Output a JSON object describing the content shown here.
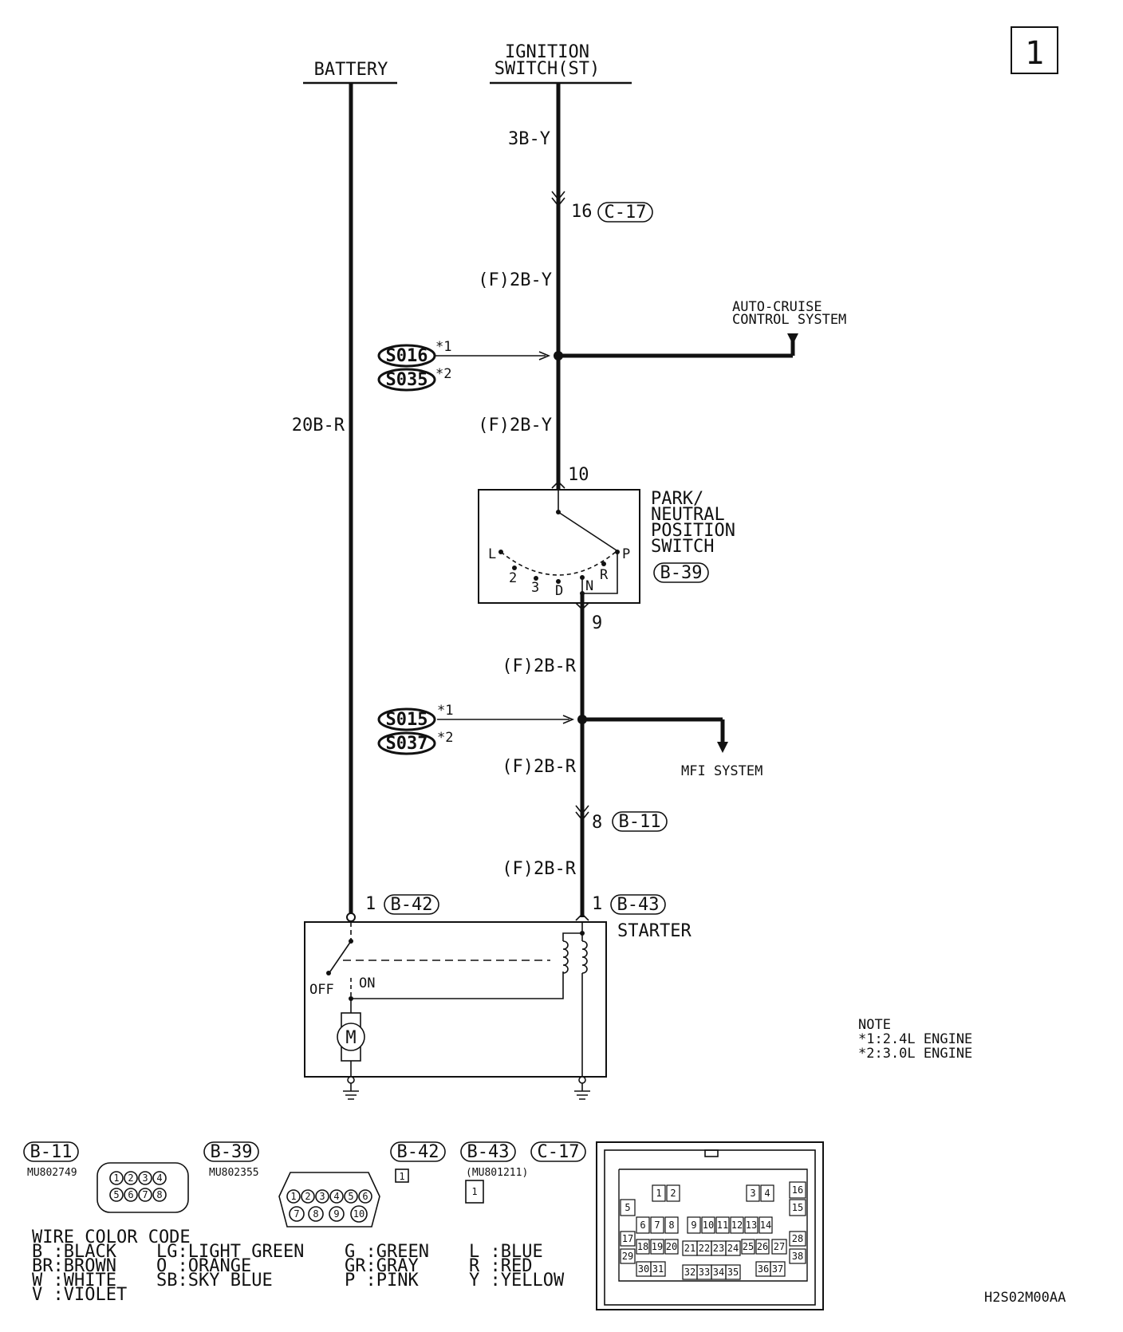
{
  "page_number": "1",
  "labels": {
    "battery": "BATTERY",
    "ignition_l1": "IGNITION",
    "ignition_l2": "SWITCH(ST)",
    "wire_3b_y": "3B-Y",
    "pin_16": "16",
    "conn_c17": "C-17",
    "wire_f2b_y_1": "(F)2B-Y",
    "wire_f2b_y_2": "(F)2B-Y",
    "autocruise_l1": "AUTO-CRUISE",
    "autocruise_l2": "CONTROL SYSTEM",
    "splice_s016": "S016",
    "splice_s035": "S035",
    "note1_mark": "*1",
    "note2_mark": "*2",
    "wire_20b_r": "20B-R",
    "pin_10": "10",
    "pnp_l1": "PARK/",
    "pnp_l2": "NEUTRAL",
    "pnp_l3": "POSITION",
    "pnp_l4": "SWITCH",
    "conn_b39": "B-39",
    "pos_l": "L",
    "pos_2": "2",
    "pos_3": "3",
    "pos_d": "D",
    "pos_n": "N",
    "pos_r": "R",
    "pos_p": "P",
    "pin_9": "9",
    "wire_f2b_r_1": "(F)2B-R",
    "splice_s015": "S015",
    "splice_s037": "S037",
    "mfi_system": "MFI SYSTEM",
    "wire_f2b_r_2": "(F)2B-R",
    "pin_8": "8",
    "conn_b11": "B-11",
    "wire_f2b_r_3": "(F)2B-R",
    "pin_1a": "1",
    "conn_b42": "B-42",
    "pin_1b": "1",
    "conn_b43": "B-43",
    "starter": "STARTER",
    "off": "OFF",
    "on": "ON",
    "motor": "M",
    "note_title": "NOTE",
    "note_1": "*1:2.4L ENGINE",
    "note_2": "*2:3.0L ENGINE",
    "footer_code": "H2S02M00AA"
  },
  "connectors": {
    "b11": {
      "name": "B-11",
      "part": "MU802749",
      "pins_top": [
        "1",
        "2",
        "3",
        "4"
      ],
      "pins_bottom": [
        "5",
        "6",
        "7",
        "8"
      ]
    },
    "b39": {
      "name": "B-39",
      "part": "MU802355",
      "pins_top": [
        "1",
        "2",
        "3",
        "4",
        "5",
        "6"
      ],
      "pins_bottom": [
        "7",
        "8",
        "9",
        "10"
      ]
    },
    "b42": {
      "name": "B-42",
      "pin": "1"
    },
    "b43": {
      "name": "B-43",
      "part": "(MU801211)",
      "pin": "1"
    },
    "c17": {
      "name": "C-17",
      "pins": [
        "1",
        "2",
        "3",
        "4",
        "5",
        "6",
        "7",
        "8",
        "9",
        "10",
        "11",
        "12",
        "13",
        "14",
        "15",
        "16",
        "17",
        "18",
        "19",
        "20",
        "21",
        "22",
        "23",
        "24",
        "25",
        "26",
        "27",
        "28",
        "29",
        "30",
        "31",
        "32",
        "33",
        "34",
        "35",
        "36",
        "37",
        "38"
      ]
    }
  },
  "wire_color_code": {
    "title": "WIRE COLOR CODE",
    "entries": [
      [
        "B :BLACK",
        "LG:LIGHT GREEN",
        "G :GREEN",
        "L :BLUE"
      ],
      [
        "BR:BROWN",
        "O :ORANGE",
        "GR:GRAY",
        "R :RED"
      ],
      [
        "W :WHITE",
        "SB:SKY BLUE",
        "P :PINK",
        "Y :YELLOW"
      ],
      [
        "V :VIOLET",
        "",
        "",
        ""
      ]
    ]
  }
}
